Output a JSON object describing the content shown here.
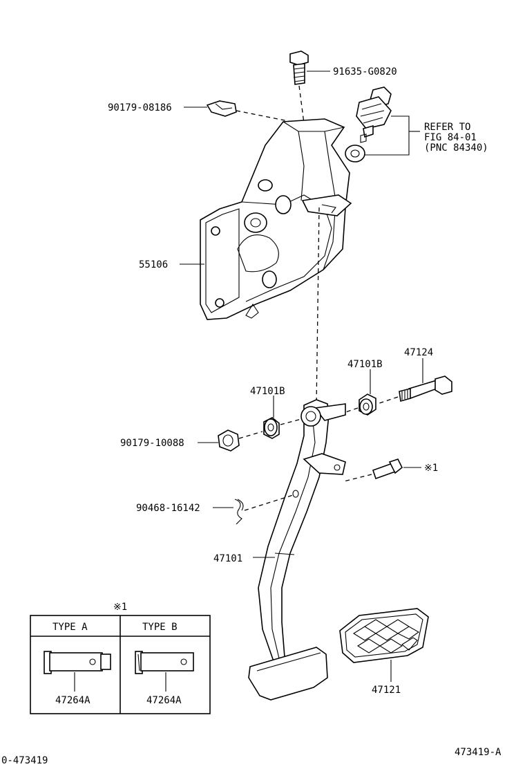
{
  "callouts": {
    "bolt_top": "91635-G0820",
    "clip_top": "90179-08186",
    "refer_line1": "REFER TO",
    "refer_line2": "FIG 84-01",
    "refer_line3": "(PNC 84340)",
    "bracket": "55106",
    "bushing_right": "47101B",
    "bolt_right": "47124",
    "bushing_left": "47101B",
    "nut": "90179-10088",
    "pin_mark": "※1",
    "clip_pin": "90468-16142",
    "pedal_arm": "47101",
    "pad": "47121"
  },
  "legend": {
    "note_mark": "※1",
    "type_a_header": "TYPE A",
    "type_b_header": "TYPE B",
    "type_a_part": "47264A",
    "type_b_part": "47264A"
  },
  "footer": {
    "left_id": "0-473419",
    "right_id": "473419-A"
  }
}
